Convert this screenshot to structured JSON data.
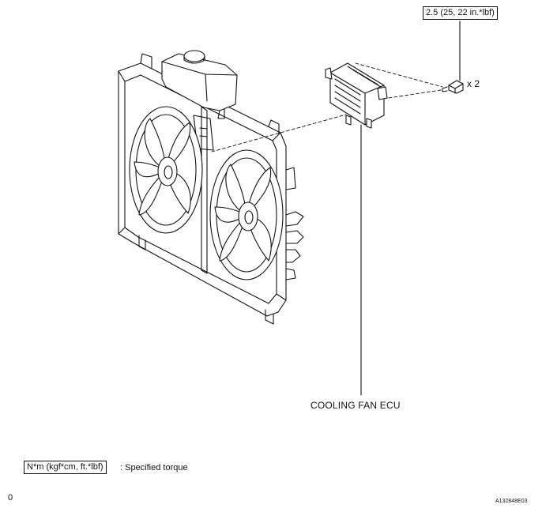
{
  "torque_spec": "2.5 (25, 22 in.*lbf)",
  "quantity": "x 2",
  "part_label": "COOLING FAN ECU",
  "legend": {
    "unit_box": "N*m (kgf*cm, ft.*lbf)",
    "description": ": Specified torque"
  },
  "page_marker": "0",
  "figure_id": "A132848E03",
  "colors": {
    "line": "#111111",
    "background": "#ffffff"
  }
}
